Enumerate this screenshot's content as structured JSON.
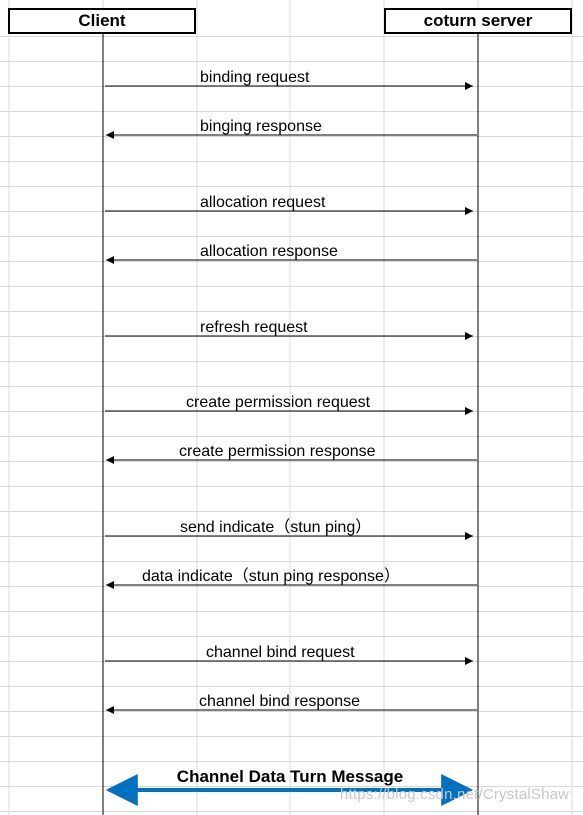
{
  "actors": {
    "client": "Client",
    "server": "coturn server"
  },
  "messages": [
    {
      "label": "binding request",
      "direction": "to-server"
    },
    {
      "label": "binging response",
      "direction": "to-client"
    },
    {
      "label": "allocation request",
      "direction": "to-server"
    },
    {
      "label": "allocation response",
      "direction": "to-client"
    },
    {
      "label": "refresh request",
      "direction": "to-server"
    },
    {
      "label": "create permission request",
      "direction": "to-server"
    },
    {
      "label": "create permission response",
      "direction": "to-client"
    },
    {
      "label": "send indicate（stun ping）",
      "direction": "to-server"
    },
    {
      "label": "data indicate（stun ping response）",
      "direction": "to-client"
    },
    {
      "label": "channel bind request",
      "direction": "to-server"
    },
    {
      "label": "channel bind response",
      "direction": "to-client"
    },
    {
      "label": "Channel Data Turn Message",
      "direction": "both"
    }
  ],
  "colors": {
    "line": "#000000",
    "grid": "#d9d9d9",
    "bidirectional": "#0070c0"
  },
  "watermark": "https://blog.csdn.net/CrystalShaw"
}
